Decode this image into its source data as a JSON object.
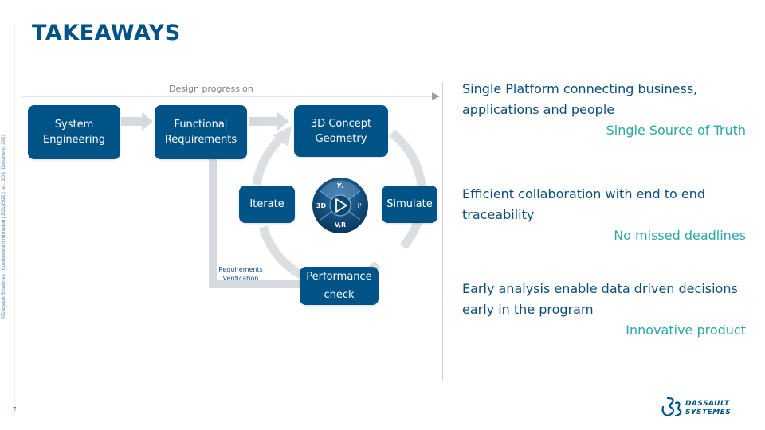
{
  "slide": {
    "title": "TAKEAWAYS",
    "page_number": "7",
    "footer_legal": "©Dassault Systèmes | Confidential Information | 3/21/2022 | ref.: 3DS_Document_2021",
    "colors": {
      "brand_blue": "#005386",
      "teal_accent": "#2aa8a6",
      "arrow_gray": "#d6d9dd"
    }
  },
  "diagram": {
    "progress_label": "Design progression",
    "boxes": {
      "system_engineering": "System\nEngineering",
      "functional_requirements": "Functional\nRequirements",
      "concept_geometry": "3D Concept\nGeometry",
      "iterate": "Iterate",
      "simulate": "Simulate",
      "performance_check": "Performance\ncheck"
    },
    "requirements_verification": "Requirements\nVerification",
    "compass": {
      "top": "Yₓ",
      "left": "3D",
      "right": "iⁱ",
      "bottom": "V,R",
      "center_icon": "play-icon"
    }
  },
  "takeaways": [
    {
      "statement": "Single Platform connecting business, applications and people",
      "benefit": "Single Source of Truth"
    },
    {
      "statement": "Efficient collaboration with end to end traceability",
      "benefit": "No missed deadlines"
    },
    {
      "statement": "Early analysis enable data driven decisions early in the program",
      "benefit": "Innovative product"
    }
  ],
  "logo": {
    "line1": "DASSAULT",
    "line2": "SYSTEMES"
  }
}
